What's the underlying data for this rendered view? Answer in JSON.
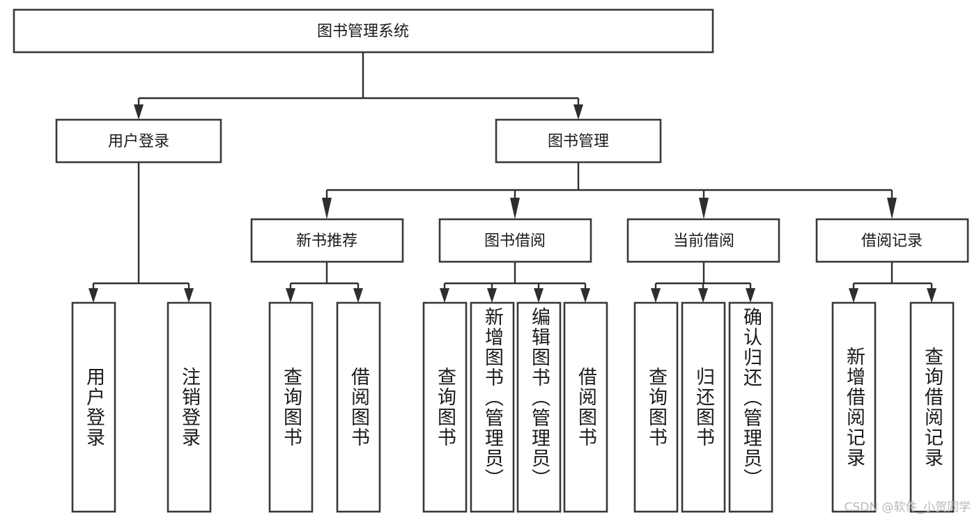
{
  "diagram": {
    "type": "tree-hierarchy-flowchart",
    "title": "图书管理系统",
    "watermark": "CSDN @软件_小贺同学",
    "colors": {
      "box_stroke": "#33393f",
      "box_fill": "#ffffff",
      "connector": "#2e2e2e",
      "text": "#1a1a1a",
      "background": "#ffffff",
      "watermark": "#b8b8b8"
    },
    "levels": {
      "level0": [
        {
          "id": "root",
          "label": "图书管理系统",
          "orientation": "horizontal"
        }
      ],
      "level1": [
        {
          "id": "user-login",
          "label": "用户登录",
          "orientation": "horizontal",
          "parent": "root"
        },
        {
          "id": "book-manage",
          "label": "图书管理",
          "orientation": "horizontal",
          "parent": "root"
        }
      ],
      "level2": [
        {
          "id": "new-book-recommend",
          "label": "新书推荐",
          "orientation": "horizontal",
          "parent": "book-manage"
        },
        {
          "id": "book-borrow",
          "label": "图书借阅",
          "orientation": "horizontal",
          "parent": "book-manage"
        },
        {
          "id": "current-borrow",
          "label": "当前借阅",
          "orientation": "horizontal",
          "parent": "book-manage"
        },
        {
          "id": "borrow-record",
          "label": "借阅记录",
          "orientation": "horizontal",
          "parent": "book-manage"
        }
      ],
      "level3": [
        {
          "id": "leaf-user-login",
          "label": "用户登录",
          "orientation": "vertical",
          "parent": "user-login"
        },
        {
          "id": "leaf-logout-login",
          "label": "注销登录",
          "orientation": "vertical",
          "parent": "user-login"
        },
        {
          "id": "leaf-query-book-1",
          "label": "查询图书",
          "orientation": "vertical",
          "parent": "new-book-recommend"
        },
        {
          "id": "leaf-borrow-book-1",
          "label": "借阅图书",
          "orientation": "vertical",
          "parent": "new-book-recommend"
        },
        {
          "id": "leaf-query-book-2",
          "label": "查询图书",
          "orientation": "vertical",
          "parent": "book-borrow"
        },
        {
          "id": "leaf-add-book",
          "label": "新增图书（管理员）",
          "orientation": "vertical",
          "parent": "book-borrow"
        },
        {
          "id": "leaf-edit-book",
          "label": "编辑图书（管理员）",
          "orientation": "vertical",
          "parent": "book-borrow"
        },
        {
          "id": "leaf-borrow-book-2",
          "label": "借阅图书",
          "orientation": "vertical",
          "parent": "book-borrow"
        },
        {
          "id": "leaf-query-book-3",
          "label": "查询图书",
          "orientation": "vertical",
          "parent": "current-borrow"
        },
        {
          "id": "leaf-return-book",
          "label": "归还图书",
          "orientation": "vertical",
          "parent": "current-borrow"
        },
        {
          "id": "leaf-confirm-return",
          "label": "确认归还（管理员）",
          "orientation": "vertical",
          "parent": "current-borrow"
        },
        {
          "id": "leaf-add-record",
          "label": "新增借阅记录",
          "orientation": "vertical",
          "parent": "borrow-record"
        },
        {
          "id": "leaf-query-record",
          "label": "查询借阅记录",
          "orientation": "vertical",
          "parent": "borrow-record"
        }
      ]
    }
  }
}
